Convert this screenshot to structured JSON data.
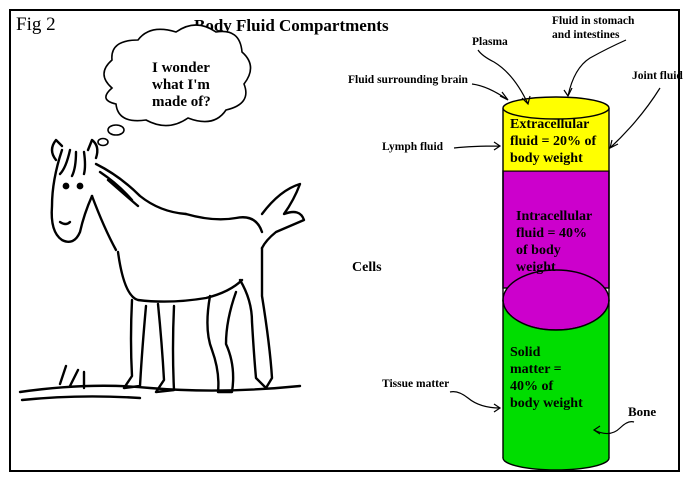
{
  "figure": {
    "fig_label": "Fig 2",
    "title": "Body Fluid Compartments"
  },
  "thought_bubble": {
    "line1": "I wonder",
    "line2": "what I'm",
    "line3": "made of?"
  },
  "column": {
    "extracellular": {
      "line1": "Extracellular",
      "line2": "fluid = 20% of",
      "line3": "body weight",
      "color": "#ffff00"
    },
    "intracellular": {
      "line1": "Intracellular",
      "line2": "fluid = 40%",
      "line3": "of body",
      "line4": "weight",
      "color": "#cc00cc"
    },
    "solid": {
      "line1": "Solid",
      "line2": "matter =",
      "line3": "40% of",
      "line4": "body weight",
      "color": "#00dd00"
    }
  },
  "labels": {
    "stomach_line1": "Fluid in stomach",
    "stomach_line2": "and intestines",
    "plasma": "Plasma",
    "brain": "Fluid surrounding brain",
    "joint": "Joint fluid",
    "lymph": "Lymph fluid",
    "cells": "Cells",
    "tissue": "Tissue matter",
    "bone": "Bone"
  }
}
